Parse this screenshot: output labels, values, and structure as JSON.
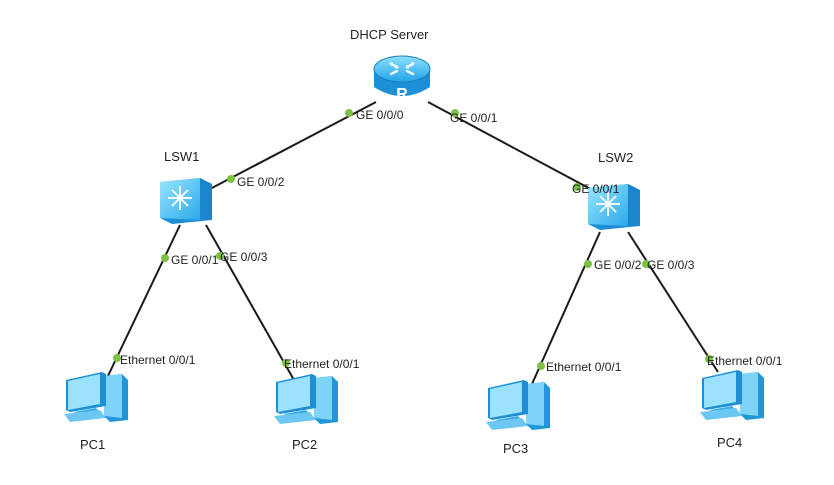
{
  "devices": {
    "router": {
      "label": "DHCP Server",
      "icon": "router-icon"
    },
    "lsw1": {
      "label": "LSW1",
      "icon": "switch-icon"
    },
    "lsw2": {
      "label": "LSW2",
      "icon": "switch-icon"
    },
    "pc1": {
      "label": "PC1",
      "icon": "pc-icon"
    },
    "pc2": {
      "label": "PC2",
      "icon": "pc-icon"
    },
    "pc3": {
      "label": "PC3",
      "icon": "pc-icon"
    },
    "pc4": {
      "label": "PC4",
      "icon": "pc-icon"
    }
  },
  "ports": {
    "router_ge000": "GE 0/0/0",
    "router_ge001": "GE 0/0/1",
    "lsw1_ge002": "GE 0/0/2",
    "lsw1_ge001": "GE 0/0/1",
    "lsw1_ge003": "GE 0/0/3",
    "lsw2_ge001": "GE 0/0/1",
    "lsw2_ge002": "GE 0/0/2",
    "lsw2_ge003": "GE 0/0/3",
    "pc1_eth": "Ethernet 0/0/1",
    "pc2_eth": "Ethernet 0/0/1",
    "pc3_eth": "Ethernet 0/0/1",
    "pc4_eth": "Ethernet 0/0/1"
  },
  "colors": {
    "link": "#1a1a1a",
    "port_dot": "#7dc242",
    "device_fill": "#4fc3f7",
    "device_dark": "#1e88e5"
  }
}
